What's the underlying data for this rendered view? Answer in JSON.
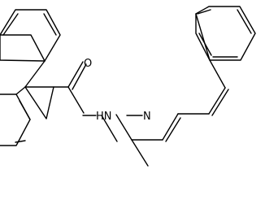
{
  "atoms": {
    "oxygen": "O",
    "hydrazide_nh": "HN",
    "imine_n": "N"
  },
  "colors": {
    "bond": "#000000",
    "text": "#000000",
    "background": "#ffffff"
  }
}
